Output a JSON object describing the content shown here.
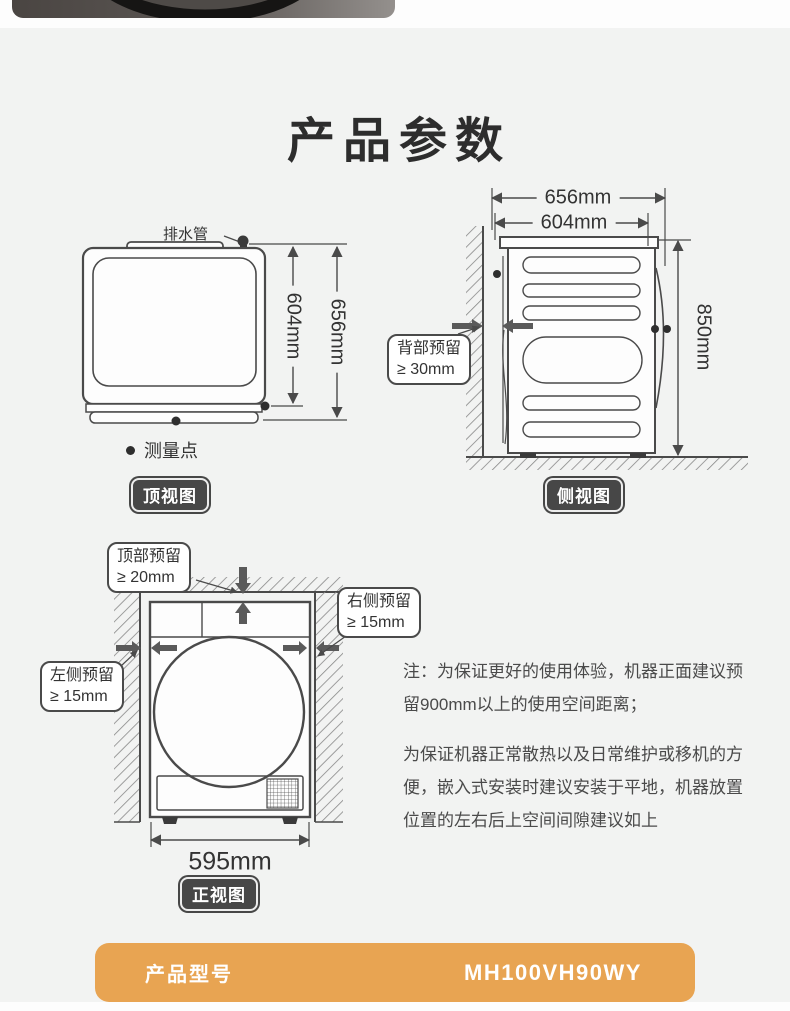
{
  "page": {
    "title": "产品参数",
    "bg_color": "#f2f3f2",
    "accent_orange": "#E8A452"
  },
  "top_view": {
    "badge": "顶视图",
    "drain_label": "排水管",
    "legend_label": "测量点",
    "dim_inner": "604mm",
    "dim_outer": "656mm"
  },
  "side_view": {
    "badge": "侧视图",
    "dim_top_outer": "656mm",
    "dim_top_inner": "604mm",
    "dim_height": "850mm",
    "callout_back": {
      "line1": "背部预留",
      "line2": "≥ 30mm"
    }
  },
  "front_view": {
    "badge": "正视图",
    "dim_width": "595mm",
    "callout_top": {
      "line1": "顶部预留",
      "line2": "≥ 20mm"
    },
    "callout_right": {
      "line1": "右侧预留",
      "line2": "≥ 15mm"
    },
    "callout_left": {
      "line1": "左侧预留",
      "line2": "≥ 15mm"
    }
  },
  "notes": {
    "para1": "注：为保证更好的使用体验，机器正面建议预留900mm以上的使用空间距离；",
    "para2": "为保证机器正常散热以及日常维护或移机的方便，嵌入式安装时建议安装于平地，机器放置位置的左右后上空间间隙建议如上"
  },
  "model_bar": {
    "label": "产品型号",
    "value": "MH100VH90WY"
  }
}
